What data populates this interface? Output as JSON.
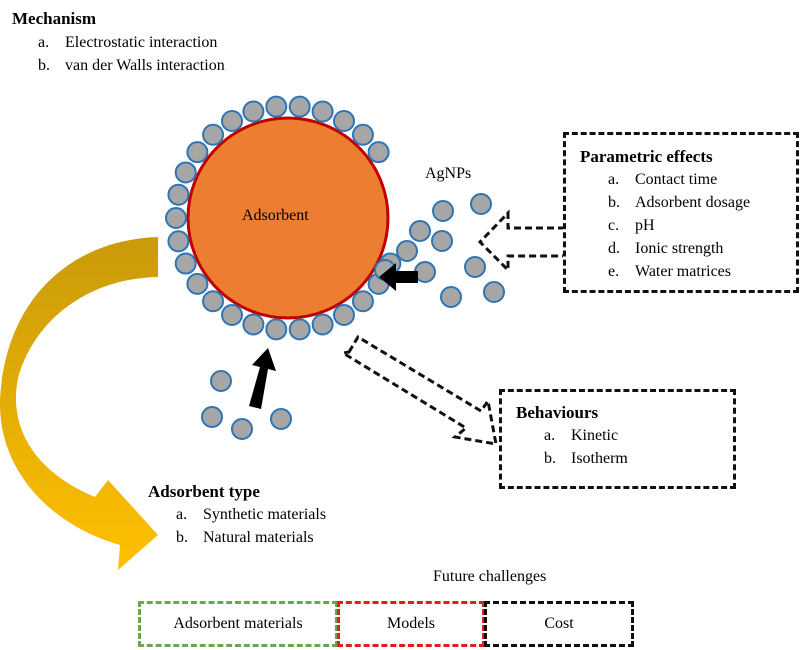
{
  "mechanism": {
    "title": "Mechanism",
    "items": [
      {
        "letter": "a.",
        "text": "Electrostatic interaction"
      },
      {
        "letter": "b.",
        "text": "van der Walls interaction"
      }
    ]
  },
  "adsorbent_label": "Adsorbent",
  "agnps_label": "AgNPs",
  "parametric": {
    "title": "Parametric effects",
    "items": [
      {
        "letter": "a.",
        "text": "Contact time"
      },
      {
        "letter": "b.",
        "text": "Adsorbent dosage"
      },
      {
        "letter": "c.",
        "text": "pH"
      },
      {
        "letter": "d.",
        "text": "Ionic strength"
      },
      {
        "letter": "e.",
        "text": "Water matrices"
      }
    ]
  },
  "behaviours": {
    "title": "Behaviours",
    "items": [
      {
        "letter": "a.",
        "text": "Kinetic"
      },
      {
        "letter": "b.",
        "text": "Isotherm"
      }
    ]
  },
  "adsorbent_type": {
    "title": "Adsorbent type",
    "items": [
      {
        "letter": "a.",
        "text": "Synthetic materials"
      },
      {
        "letter": "b.",
        "text": "Natural materials"
      }
    ]
  },
  "future": {
    "title": "Future challenges",
    "boxes": [
      {
        "label": "Adsorbent materials",
        "color": "#6aa84f"
      },
      {
        "label": "Models",
        "color": "#e01e1e"
      },
      {
        "label": "Cost",
        "color": "#111111"
      }
    ]
  },
  "colors": {
    "adsorbent_fill": "#ed7d31",
    "adsorbent_border": "#c00000",
    "particle_fill": "#a6a6a6",
    "particle_border": "#2e75b6",
    "curved_arrow_top": "#c9a227",
    "curved_arrow_bottom": "#ffc000"
  }
}
